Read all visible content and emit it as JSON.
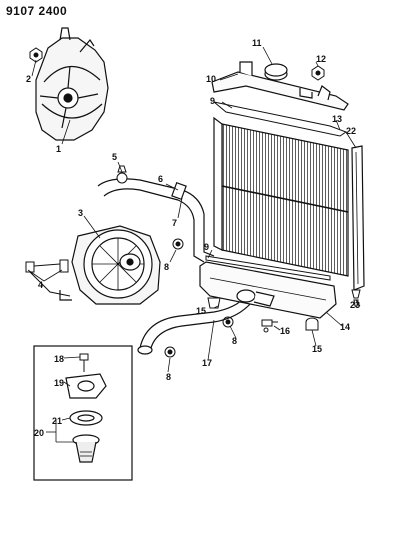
{
  "header": {
    "part_code": "9107 2400"
  },
  "callouts": {
    "c1": "1",
    "c2": "2",
    "c3": "3",
    "c4": "4",
    "c5": "5",
    "c6": "6",
    "c7": "7",
    "c8a": "8",
    "c8b": "8",
    "c8c": "8",
    "c9a": "9",
    "c9b": "9",
    "c10": "10",
    "c11": "11",
    "c12": "12",
    "c13": "13",
    "c14": "14",
    "c15a": "15",
    "c15b": "15",
    "c16": "16",
    "c17": "17",
    "c18": "18",
    "c19": "19",
    "c20": "20",
    "c21": "21",
    "c22": "22",
    "c23": "23"
  }
}
